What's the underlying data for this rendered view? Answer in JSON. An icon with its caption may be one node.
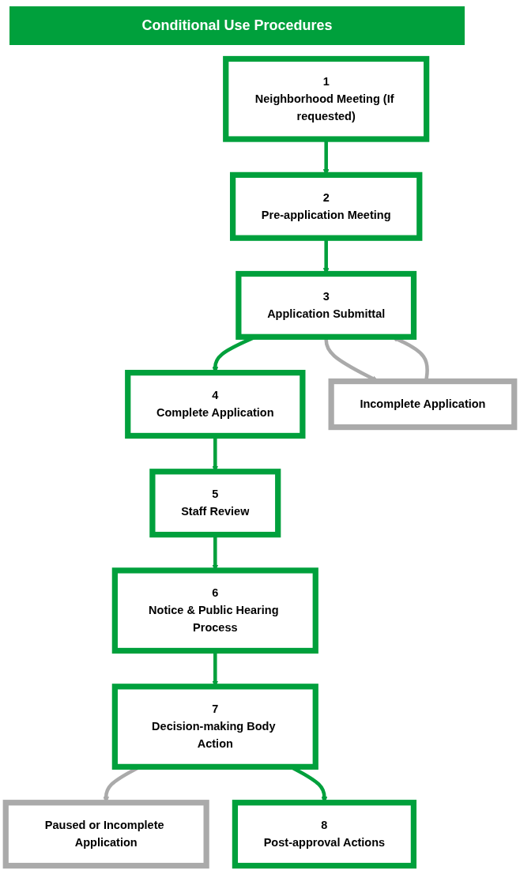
{
  "diagram": {
    "title": "Conditional Use Procedures",
    "nodes": [
      {
        "text": [
          "1",
          "Neighborhood Meeting (If requested)"
        ]
      },
      {
        "text": [
          "2",
          "Pre-application Meeting"
        ]
      },
      {
        "text": [
          "4",
          "Complete Application"
        ]
      },
      {
        "text": [
          "3",
          "Application Submittal"
        ]
      },
      {
        "text": [
          "Incomplete Application"
        ]
      },
      {
        "text": [
          "5",
          "Staff Review"
        ]
      },
      {
        "text": [
          "6",
          "Notice & Public Hearing Process"
        ]
      },
      {
        "text": [
          "Paused or Incomplete Application"
        ]
      },
      {
        "text": [
          "7",
          "Decision-making Body Action"
        ]
      },
      {
        "text": [
          "8",
          "Post-approval Actions"
        ]
      }
    ],
    "edges": [
      {
        "from": 0,
        "to": 1,
        "arrow": "to"
      },
      {
        "from": 1,
        "to": 3,
        "arrow": "to"
      },
      {
        "from": 3,
        "to": 2,
        "arrow": "to"
      },
      {
        "from": 3,
        "to": 4,
        "arrow": "to",
        "color": "#aaaaaa"
      },
      {
        "from": 4,
        "to": 3,
        "arrow": "to",
        "color": "#aaaaaa"
      },
      {
        "from": 2,
        "to": 5,
        "arrow": "to"
      },
      {
        "from": 5,
        "to": 6,
        "arrow": "to"
      },
      {
        "from": 6,
        "to": 8,
        "arrow": "to"
      },
      {
        "from": 8,
        "to": 7,
        "arrow": "to",
        "color": "#aaaaaa"
      },
      {
        "from": 8,
        "to": 9,
        "arrow": "to"
      }
    ]
  }
}
